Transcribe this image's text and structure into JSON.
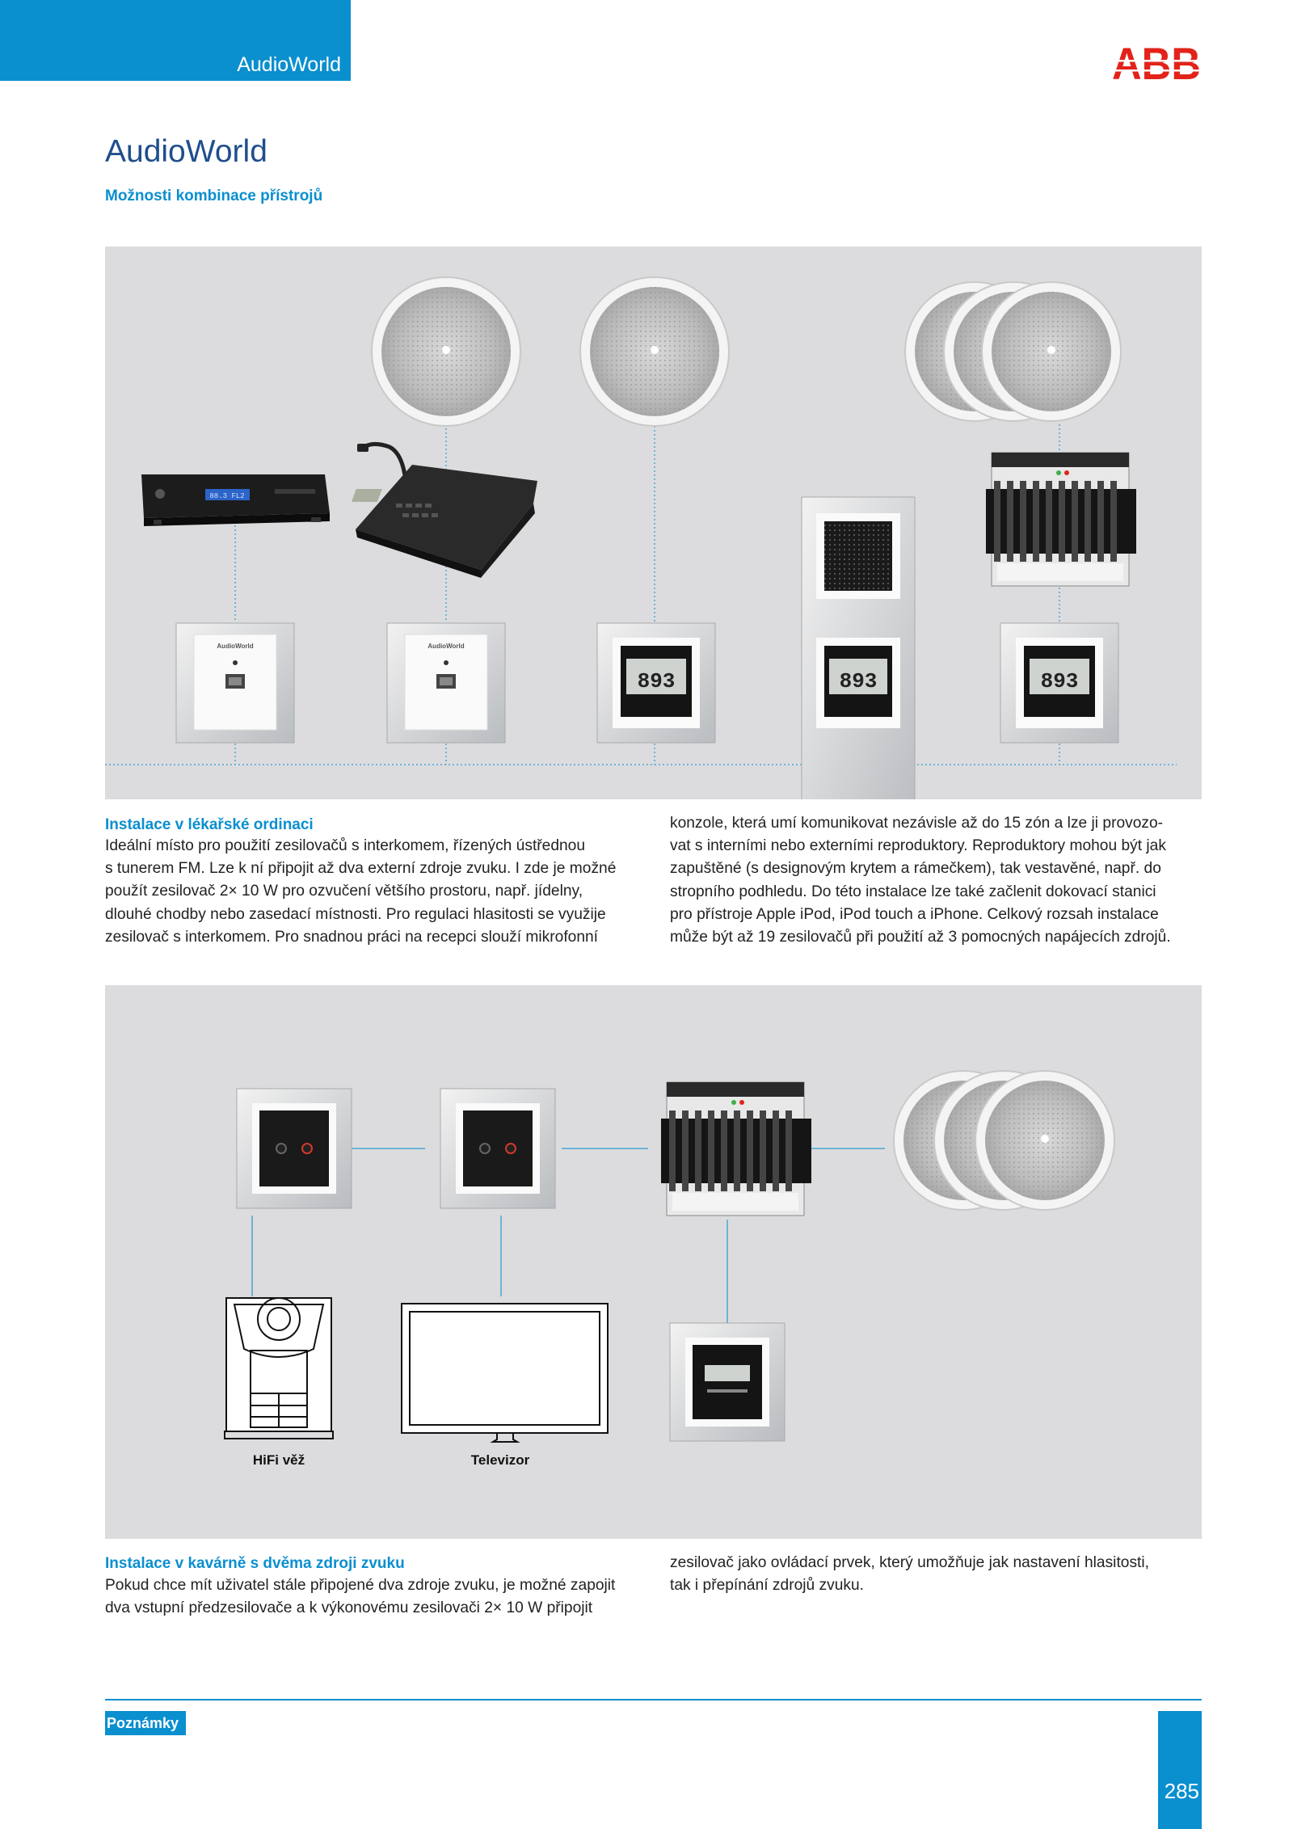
{
  "header": {
    "section_tab": "AudioWorld",
    "logo_text": "ABB"
  },
  "title": "AudioWorld",
  "subtitle": "Možnosti kombinace přístrojů",
  "section1": {
    "heading": "Instalace v lékařské ordinaci",
    "col1_lines": [
      "Ideální místo pro použití zesilovačů s interkomem, řízených ústřednou",
      "s tunerem FM. Lze k ní připojit až dva externí zdroje zvuku. I zde je možné",
      "použít zesilovač 2× 10 W pro ozvučení většího prostoru, např. jídelny,",
      "dlouhé chodby nebo zasedací místnosti. Pro regulaci hlasitosti se využije",
      "zesilovač s interkomem. Pro snadnou práci na recepci slouží mikrofonní"
    ],
    "col2_lines": [
      "konzole, která umí komunikovat nezávisle až do 15 zón a lze ji provozo-",
      "vat s interními nebo externími reproduktory. Reproduktory mohou být jak",
      "zapuštěné (s designovým krytem a rámečkem), tak vestavěné, např. do",
      "stropního podhledu. Do této instalace lze také začlenit dokovací stanici",
      "pro přístroje Apple iPod, iPod touch a iPhone. Celkový rozsah instalace",
      "může být až 19 zesilovačů při použití až 3 pomocných napájecích zdrojů."
    ]
  },
  "section2": {
    "heading": "Instalace v kavárně s dvěma zdroji zvuku",
    "col1_lines": [
      "Pokud chce mít uživatel stále připojené dva zdroje zvuku, je možné zapojit",
      "dva vstupní předzesilovače a k výkonovému zesilovači 2× 10 W připojit"
    ],
    "col2_lines": [
      "zesilovač jako ovládací prvek, který umožňuje jak nastavení hlasitosti,",
      "tak i přepínání zdrojů zvuku."
    ],
    "captions": {
      "hifi": "HiFi věž",
      "tv": "Televizor"
    }
  },
  "diagram_texts": {
    "module_brand": "AudioWorld",
    "lcd_digits": "893",
    "tuner_display": "88.3 FL2"
  },
  "footer": {
    "notes_label": "Poznámky",
    "page_number": "285"
  },
  "colors": {
    "accent": "#0a8fcf",
    "title_blue": "#1f4e8c",
    "abb_red": "#e2231a",
    "diagram_bg": "#dcdcde"
  }
}
